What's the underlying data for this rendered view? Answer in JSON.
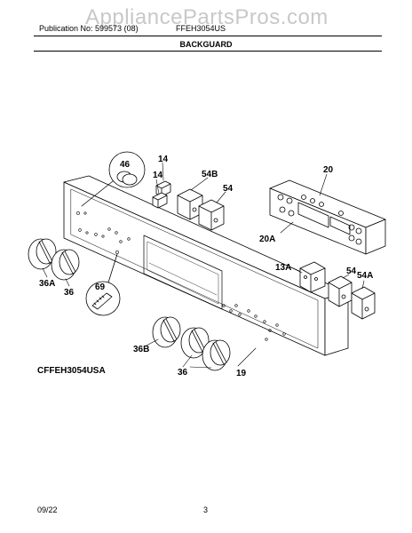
{
  "watermark": "AppliancePartsPros.com",
  "header": {
    "publication": "Publication No: 599573 (08)",
    "model": "FFEH3054US"
  },
  "section_title": "BACKGUARD",
  "callouts": [
    "46",
    "14",
    "14",
    "54B",
    "54",
    "20",
    "20A",
    "13A",
    "54",
    "54A",
    "36A",
    "36",
    "69",
    "36B",
    "36",
    "19"
  ],
  "figure_code": "CFFEH3054USA",
  "footer": {
    "date": "09/22",
    "page": "3"
  }
}
